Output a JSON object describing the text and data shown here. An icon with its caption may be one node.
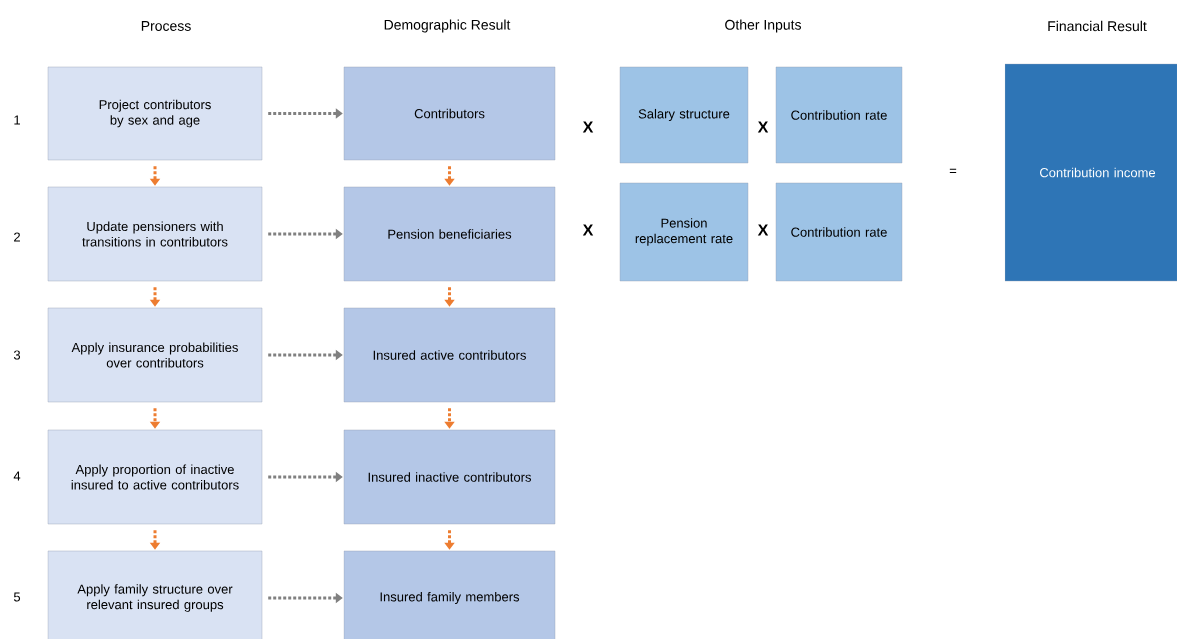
{
  "diagram": {
    "nodes": [
      {
        "text": [
          "Project contributors by sex and age"
        ]
      },
      {
        "text": [
          "Update pensioners with transitions in contributors"
        ]
      },
      {
        "text": [
          "Apply insurance probabilities over contributors"
        ]
      },
      {
        "text": [
          "Apply proportion of inactive insured to active contributors"
        ]
      },
      {
        "text": [
          "Apply family structure over relevant insured groups"
        ]
      },
      {
        "text": [
          "Contributors"
        ]
      },
      {
        "text": [
          "Pension beneficiaries"
        ]
      },
      {
        "text": [
          "Insured active contributors"
        ]
      },
      {
        "text": [
          "Insured inactive contributors"
        ]
      },
      {
        "text": [
          "Insured family members"
        ]
      },
      {
        "text": [
          "Salary structure"
        ]
      },
      {
        "text": [
          "Contribution rate"
        ]
      },
      {
        "text": [
          "Pension replacement rate"
        ]
      },
      {
        "text": [
          "Contribution rate"
        ]
      },
      {
        "text": [
          "Contribution income"
        ]
      }
    ],
    "edges": [
      {
        "from": 0,
        "to": 5,
        "arrow": "to",
        "style": "dashed",
        "color": "#808080"
      },
      {
        "from": 0,
        "to": 1,
        "arrow": "to",
        "style": "dashed"
      },
      {
        "from": 5,
        "to": 6,
        "arrow": "to",
        "style": "dashed"
      },
      {
        "from": 1,
        "to": 6,
        "arrow": "to",
        "style": "dashed",
        "color": "#808080"
      },
      {
        "from": 1,
        "to": 2,
        "arrow": "to",
        "style": "dashed"
      },
      {
        "from": 6,
        "to": 7,
        "arrow": "to",
        "style": "dashed"
      },
      {
        "from": 2,
        "to": 7,
        "arrow": "to",
        "style": "dashed",
        "color": "#808080"
      },
      {
        "from": 2,
        "to": 3,
        "arrow": "to",
        "style": "dashed"
      },
      {
        "from": 7,
        "to": 8,
        "arrow": "to",
        "style": "dashed"
      },
      {
        "from": 3,
        "to": 8,
        "arrow": "to",
        "style": "dashed",
        "color": "#808080"
      },
      {
        "from": 3,
        "to": 4,
        "arrow": "to",
        "style": "dashed"
      },
      {
        "from": 8,
        "to": 9,
        "arrow": "to",
        "style": "dashed"
      },
      {
        "from": 4,
        "to": 9,
        "arrow": "to",
        "style": "dashed",
        "color": "#808080"
      }
    ],
    "labels": [
      "Process",
      "Demographic Result",
      "Other Inputs",
      "Financial Result",
      "1",
      "X",
      "X",
      "=",
      "2",
      "X",
      "X",
      "3",
      "4",
      "5"
    ]
  }
}
